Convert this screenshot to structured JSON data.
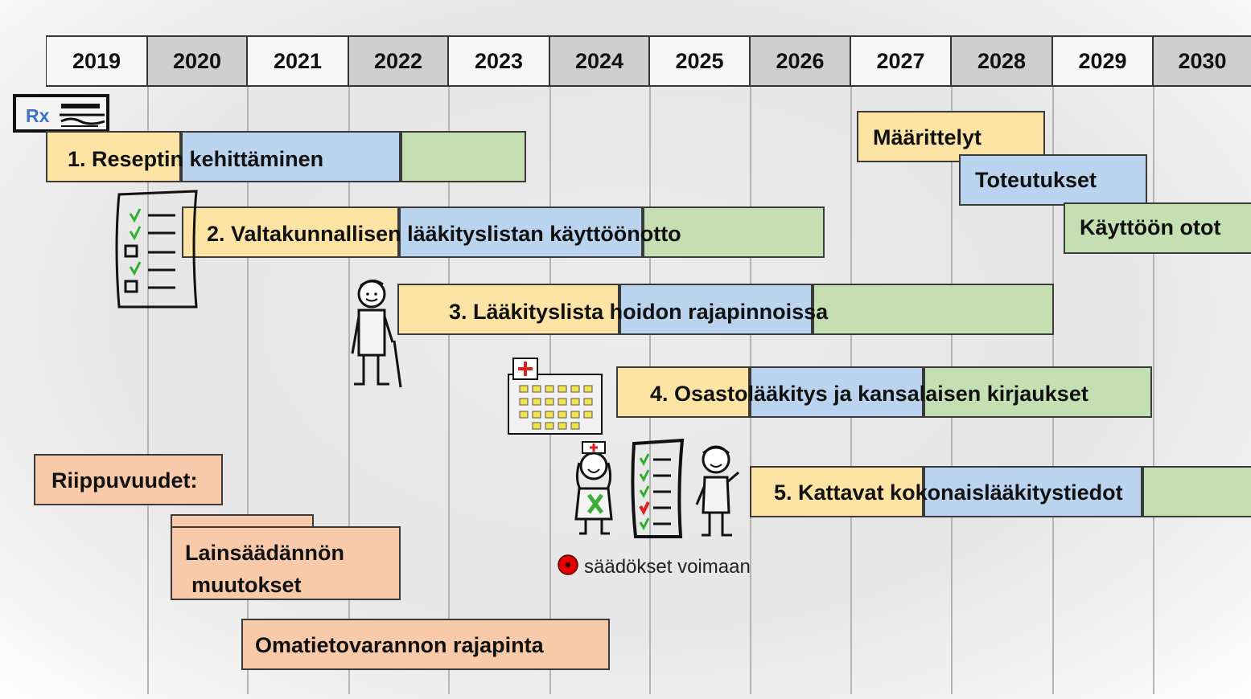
{
  "years": [
    "2019",
    "2020",
    "2021",
    "2022",
    "2023",
    "2024",
    "2025",
    "2026",
    "2027",
    "2028",
    "2029",
    "2030"
  ],
  "projects": [
    {
      "label": "1. Reseptin kehittäminen"
    },
    {
      "label": "2. Valtakunnallisen lääkityslistan käyttöönotto"
    },
    {
      "label": "3. Lääkityslista hoidon rajapinnoissa"
    },
    {
      "label": "4. Osastolääkitys ja kansalaisen kirjaukset"
    },
    {
      "label": "5. Kattavat kokonaislääkitystiedot"
    }
  ],
  "legend": {
    "definitions": "Määrittelyt",
    "implementations": "Toteutukset",
    "deployments": "Käyttöön otot"
  },
  "dependencies": {
    "title": "Riippuvuudet:",
    "legislation_line1": "Lainsäädännön",
    "legislation_line2": "muutokset",
    "omatieto": "Omatietovarannon rajapinta"
  },
  "milestone": {
    "label": "säädökset voimaan"
  },
  "rx_icon": {
    "text": "Rx"
  },
  "colors": {
    "definition": "#fde4a4",
    "implementation": "#bad3ee",
    "deployment": "#c4e0b2",
    "dependency": "#f8caa9",
    "milestone": "#e00000"
  }
}
